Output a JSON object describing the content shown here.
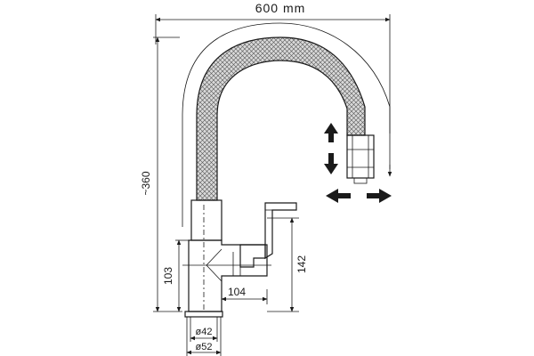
{
  "drawing": {
    "width_label": "600 mm",
    "height_label": "~360",
    "spout_height_label": "142",
    "body_height_label": "103",
    "reach_label": "104",
    "base_inner_label": "ø42",
    "base_outer_label": "ø52"
  },
  "arrows": {
    "vertical": [
      "arrow-up-icon",
      "arrow-down-icon"
    ],
    "horizontal": [
      "arrow-left-icon",
      "arrow-right-icon"
    ]
  },
  "colors": {
    "ink": "#1a1a1a",
    "hose_fill": "#d9d9d9"
  }
}
